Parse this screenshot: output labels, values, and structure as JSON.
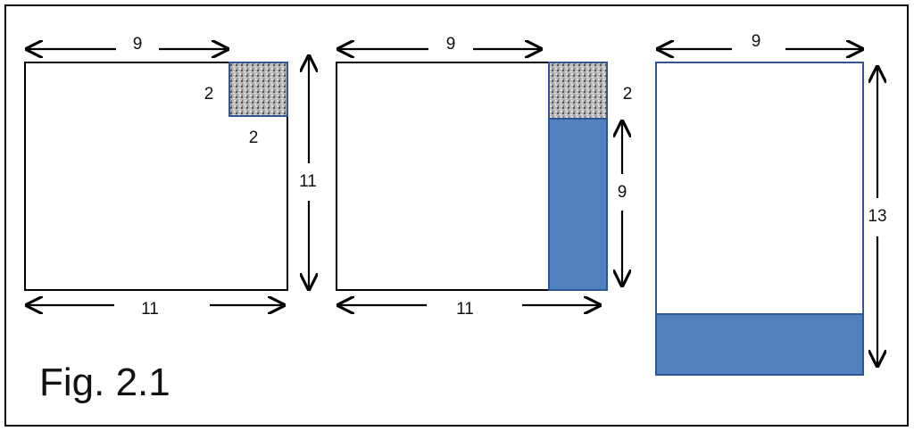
{
  "figure_label": "Fig. 2.1",
  "colors": {
    "blue": "#4f81bd",
    "border_blue": "#2f5597",
    "speckle": "#9a9a9a"
  },
  "panel1": {
    "top_width": "9",
    "square_side_left": "2",
    "square_side_bottom": "2",
    "height": "11",
    "bottom_width": "11"
  },
  "panel2": {
    "top_width": "9",
    "square_side": "2",
    "strip_height": "9",
    "bottom_width": "11"
  },
  "panel3": {
    "top_width": "9",
    "height": "13"
  }
}
